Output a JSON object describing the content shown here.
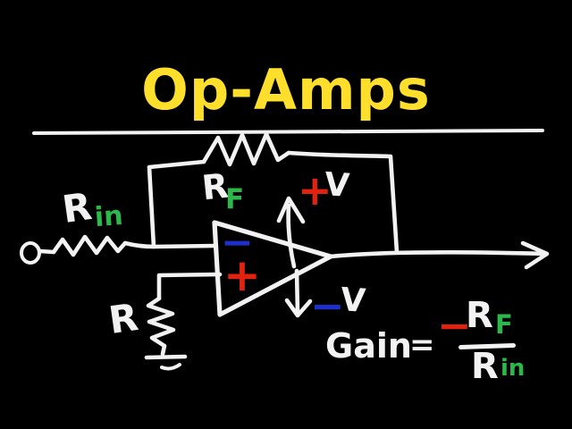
{
  "title": "Op-Amps",
  "colors": {
    "background": "#000000",
    "ink": "#f2f2f2",
    "title_yellow": "#ffdf2b",
    "green": "#2db84a",
    "red": "#e0220f",
    "blue": "#1e30cc"
  },
  "labels": {
    "input_resistor": {
      "base": "R",
      "sub": "in"
    },
    "feedback_resistor": {
      "base": "R",
      "sub": "F"
    },
    "ground_resistor": "R",
    "positive_supply": {
      "sign": "+",
      "v": "V"
    },
    "negative_supply": {
      "sign": "−",
      "v": "V"
    },
    "opamp_inverting": "−",
    "opamp_noninverting": "+"
  },
  "formula": {
    "lhs": "Gain",
    "equals": "=",
    "negative_sign": "−",
    "numerator": {
      "base": "R",
      "sub": "F"
    },
    "denominator": {
      "base": "R",
      "sub": "in"
    }
  }
}
